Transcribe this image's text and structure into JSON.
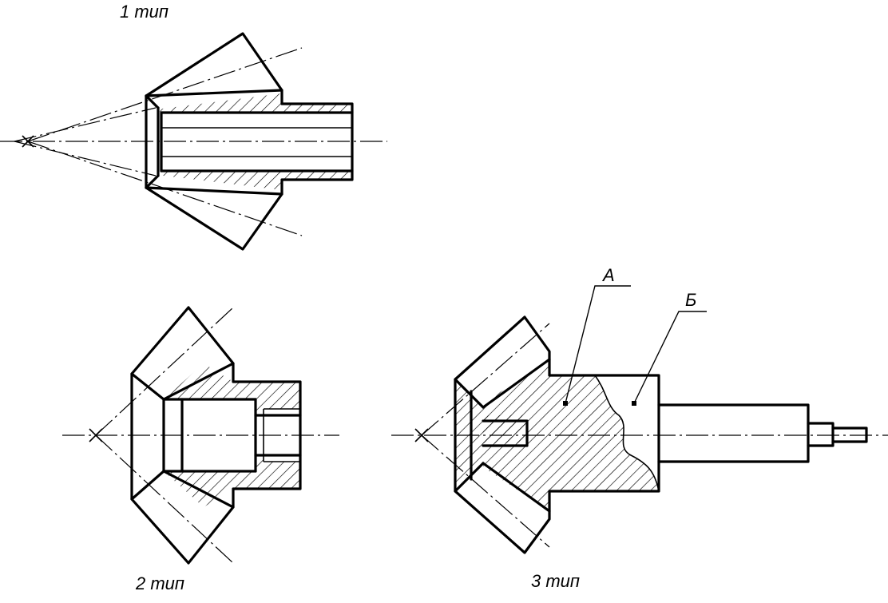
{
  "labels": {
    "type1": "1 тип",
    "type2": "2 тип",
    "type3": "3 тип",
    "zone_a": "А",
    "zone_b": "Б"
  }
}
